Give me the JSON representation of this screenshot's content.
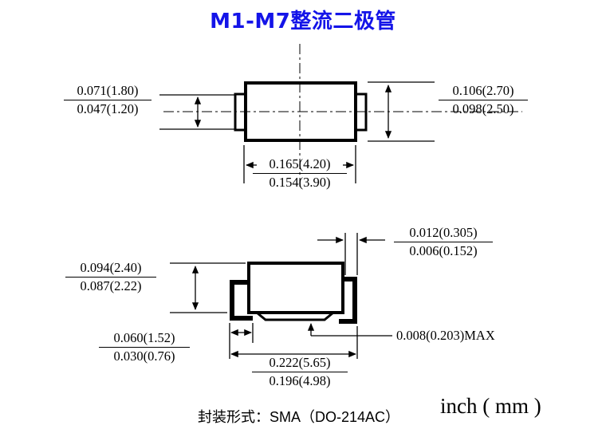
{
  "title": "M1-M7整流二极管",
  "colors": {
    "title_blue": "#1414e8",
    "line_black": "#000000",
    "bg": "#ffffff"
  },
  "top_view": {
    "tab_height": {
      "max": "0.071(1.80)",
      "min": "0.047(1.20)"
    },
    "body_height": {
      "max": "0.106(2.70)",
      "min": "0.098(2.50)"
    },
    "body_width": {
      "max": "0.165(4.20)",
      "min": "0.154(3.90)"
    }
  },
  "side_view": {
    "lead_thickness": {
      "max": "0.012(0.305)",
      "min": "0.006(0.152)"
    },
    "body_thickness": {
      "max": "0.094(2.40)",
      "min": "0.087(2.22)"
    },
    "foot_length": {
      "max": "0.060(1.52)",
      "min": "0.030(0.76)"
    },
    "overall_width": {
      "max": "0.222(5.65)",
      "min": "0.196(4.98)"
    },
    "standoff_max": "0.008(0.203)MAX"
  },
  "footer": {
    "package_text": "封装形式：SMA（DO-214AC）",
    "units_text": "inch ( mm )"
  }
}
